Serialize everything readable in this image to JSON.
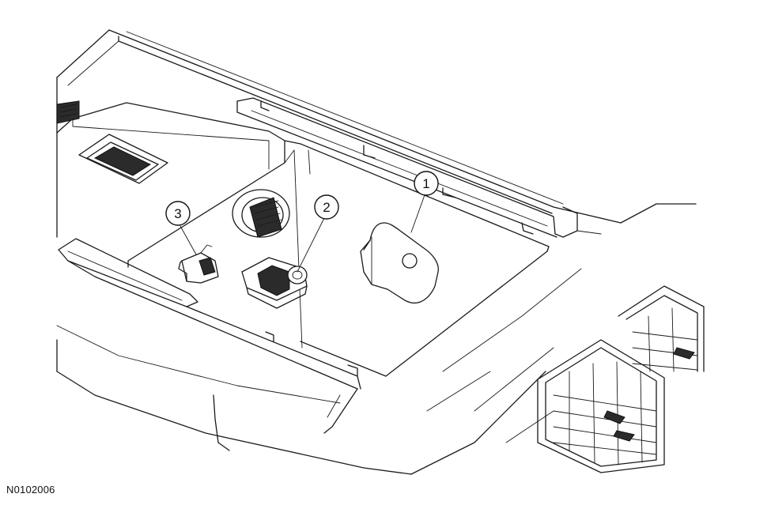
{
  "figure": {
    "id": "N0102006"
  },
  "callouts": [
    {
      "label": "1"
    },
    {
      "label": "2"
    },
    {
      "label": "3"
    }
  ],
  "colors": {
    "line": "#1a1a1a",
    "background": "#ffffff"
  }
}
